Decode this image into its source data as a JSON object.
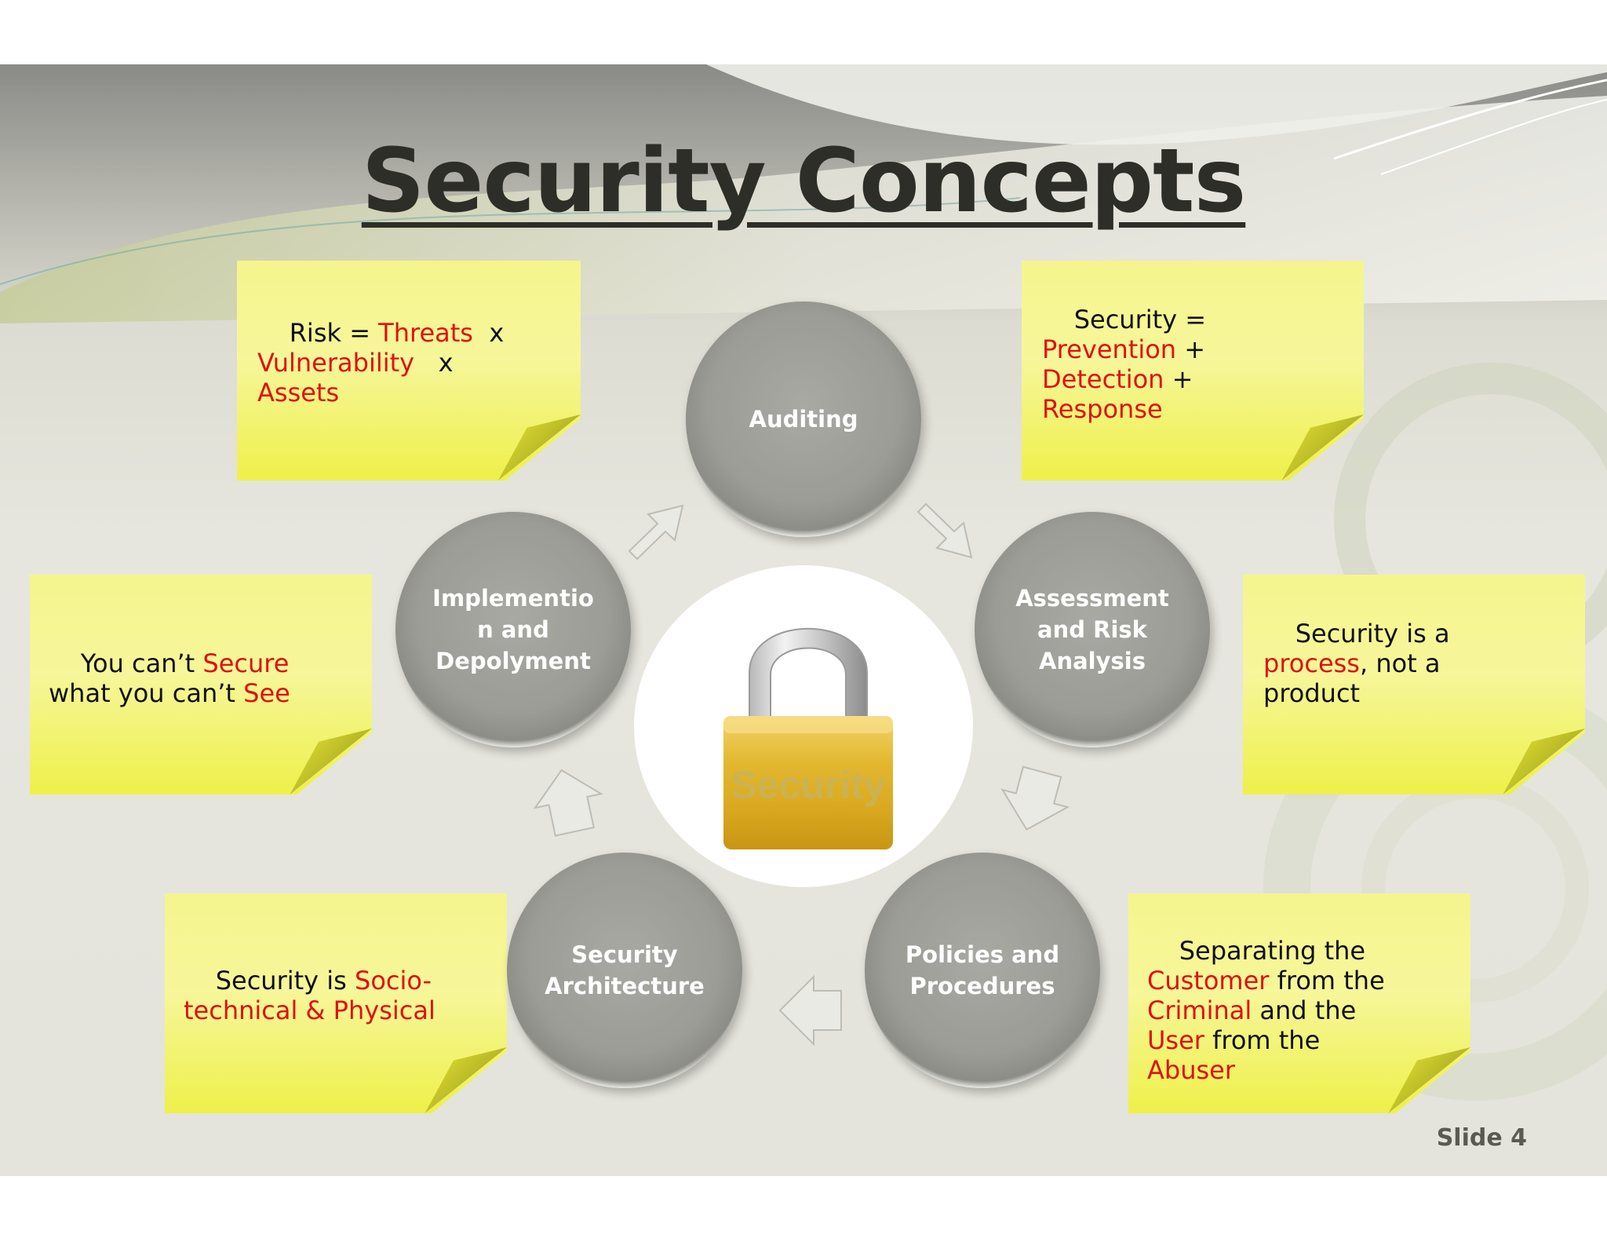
{
  "slide": {
    "title": "Security Concepts",
    "slide_number": "Slide 4"
  },
  "cycle": [
    {
      "label": "Auditing"
    },
    {
      "label": "Assessment\nand Risk\nAnalysis"
    },
    {
      "label": "Policies and\nProcedures"
    },
    {
      "label": "Security\nArchitecture"
    },
    {
      "label": "Implementio\nn and\nDepolyment"
    }
  ],
  "center": {
    "lock_label": "Security"
  },
  "notes": {
    "risk": {
      "p1": "Risk = ",
      "p2": "Threats",
      "p3": "  x\n",
      "p4": "Vulnerability",
      "p5": "   x\n",
      "p6": "Assets"
    },
    "security_eq": {
      "p1": "Security =\n",
      "p2": "Prevention",
      "p3": " +\n",
      "p4": "Detection",
      "p5": " +\n",
      "p6": "Response"
    },
    "see": {
      "p1": "You can’t ",
      "p2": "Secure",
      "p3": "\nwhat you can’t ",
      "p4": "See"
    },
    "process": {
      "p1": "Security is a\n",
      "p2": "process",
      "p3": ", not a\nproduct"
    },
    "socio": {
      "p1": "Security is ",
      "p2": "Socio-\ntechnical & Physical"
    },
    "separating": {
      "p1": "Separating the\n",
      "p2": "Customer",
      "p3": " from the\n",
      "p4": "Criminal",
      "p5": " and the\n",
      "p6": "User",
      "p7": " from the\n",
      "p8": "Abuser"
    }
  },
  "colors": {
    "accent_red": "#e01010",
    "note_yellow": "#f5f58e",
    "circle_gray": "#9c9c96",
    "lock_gold": "#e2b830"
  }
}
